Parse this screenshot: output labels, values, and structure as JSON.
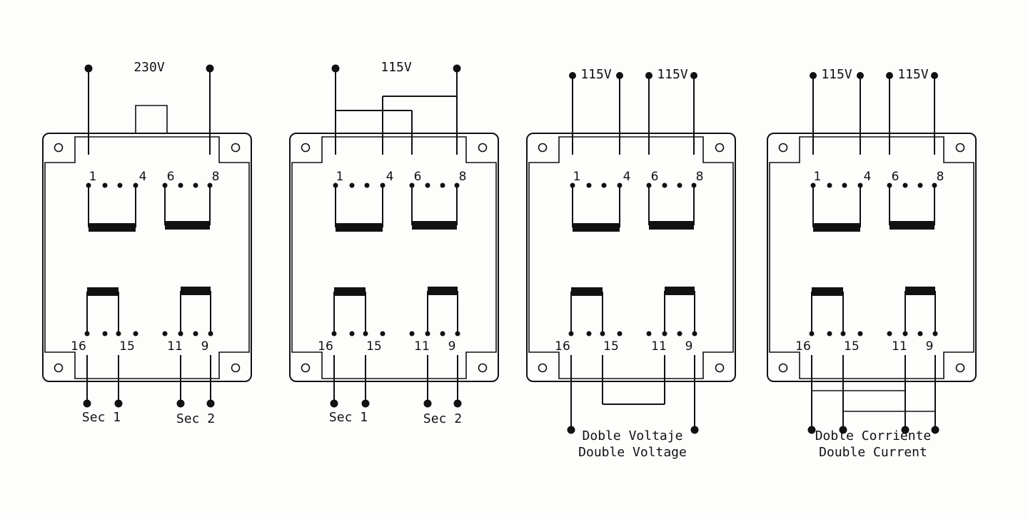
{
  "colors": {
    "ink": "#111111",
    "background": "#fdfdfb"
  },
  "panels": [
    {
      "id": "230v",
      "input_labels": [
        "230V"
      ],
      "top_pins": [
        "1",
        "4",
        "6",
        "8"
      ],
      "bottom_pins": [
        "16",
        "15",
        "11",
        "9"
      ],
      "output_labels": [
        "Sec 1",
        "Sec 2"
      ]
    },
    {
      "id": "115v",
      "input_labels": [
        "115V"
      ],
      "top_pins": [
        "1",
        "4",
        "6",
        "8"
      ],
      "bottom_pins": [
        "16",
        "15",
        "11",
        "9"
      ],
      "output_labels": [
        "Sec 1",
        "Sec 2"
      ]
    },
    {
      "id": "double-voltage",
      "input_labels": [
        "115V",
        "115V"
      ],
      "top_pins": [
        "1",
        "4",
        "6",
        "8"
      ],
      "bottom_pins": [
        "16",
        "15",
        "11",
        "9"
      ],
      "output_labels": [
        "Doble Voltaje",
        "Double Voltage"
      ]
    },
    {
      "id": "double-current",
      "input_labels": [
        "115V",
        "115V"
      ],
      "top_pins": [
        "1",
        "4",
        "6",
        "8"
      ],
      "bottom_pins": [
        "16",
        "15",
        "11",
        "9"
      ],
      "output_labels": [
        "Doble Corriente",
        "Double Current"
      ]
    }
  ]
}
